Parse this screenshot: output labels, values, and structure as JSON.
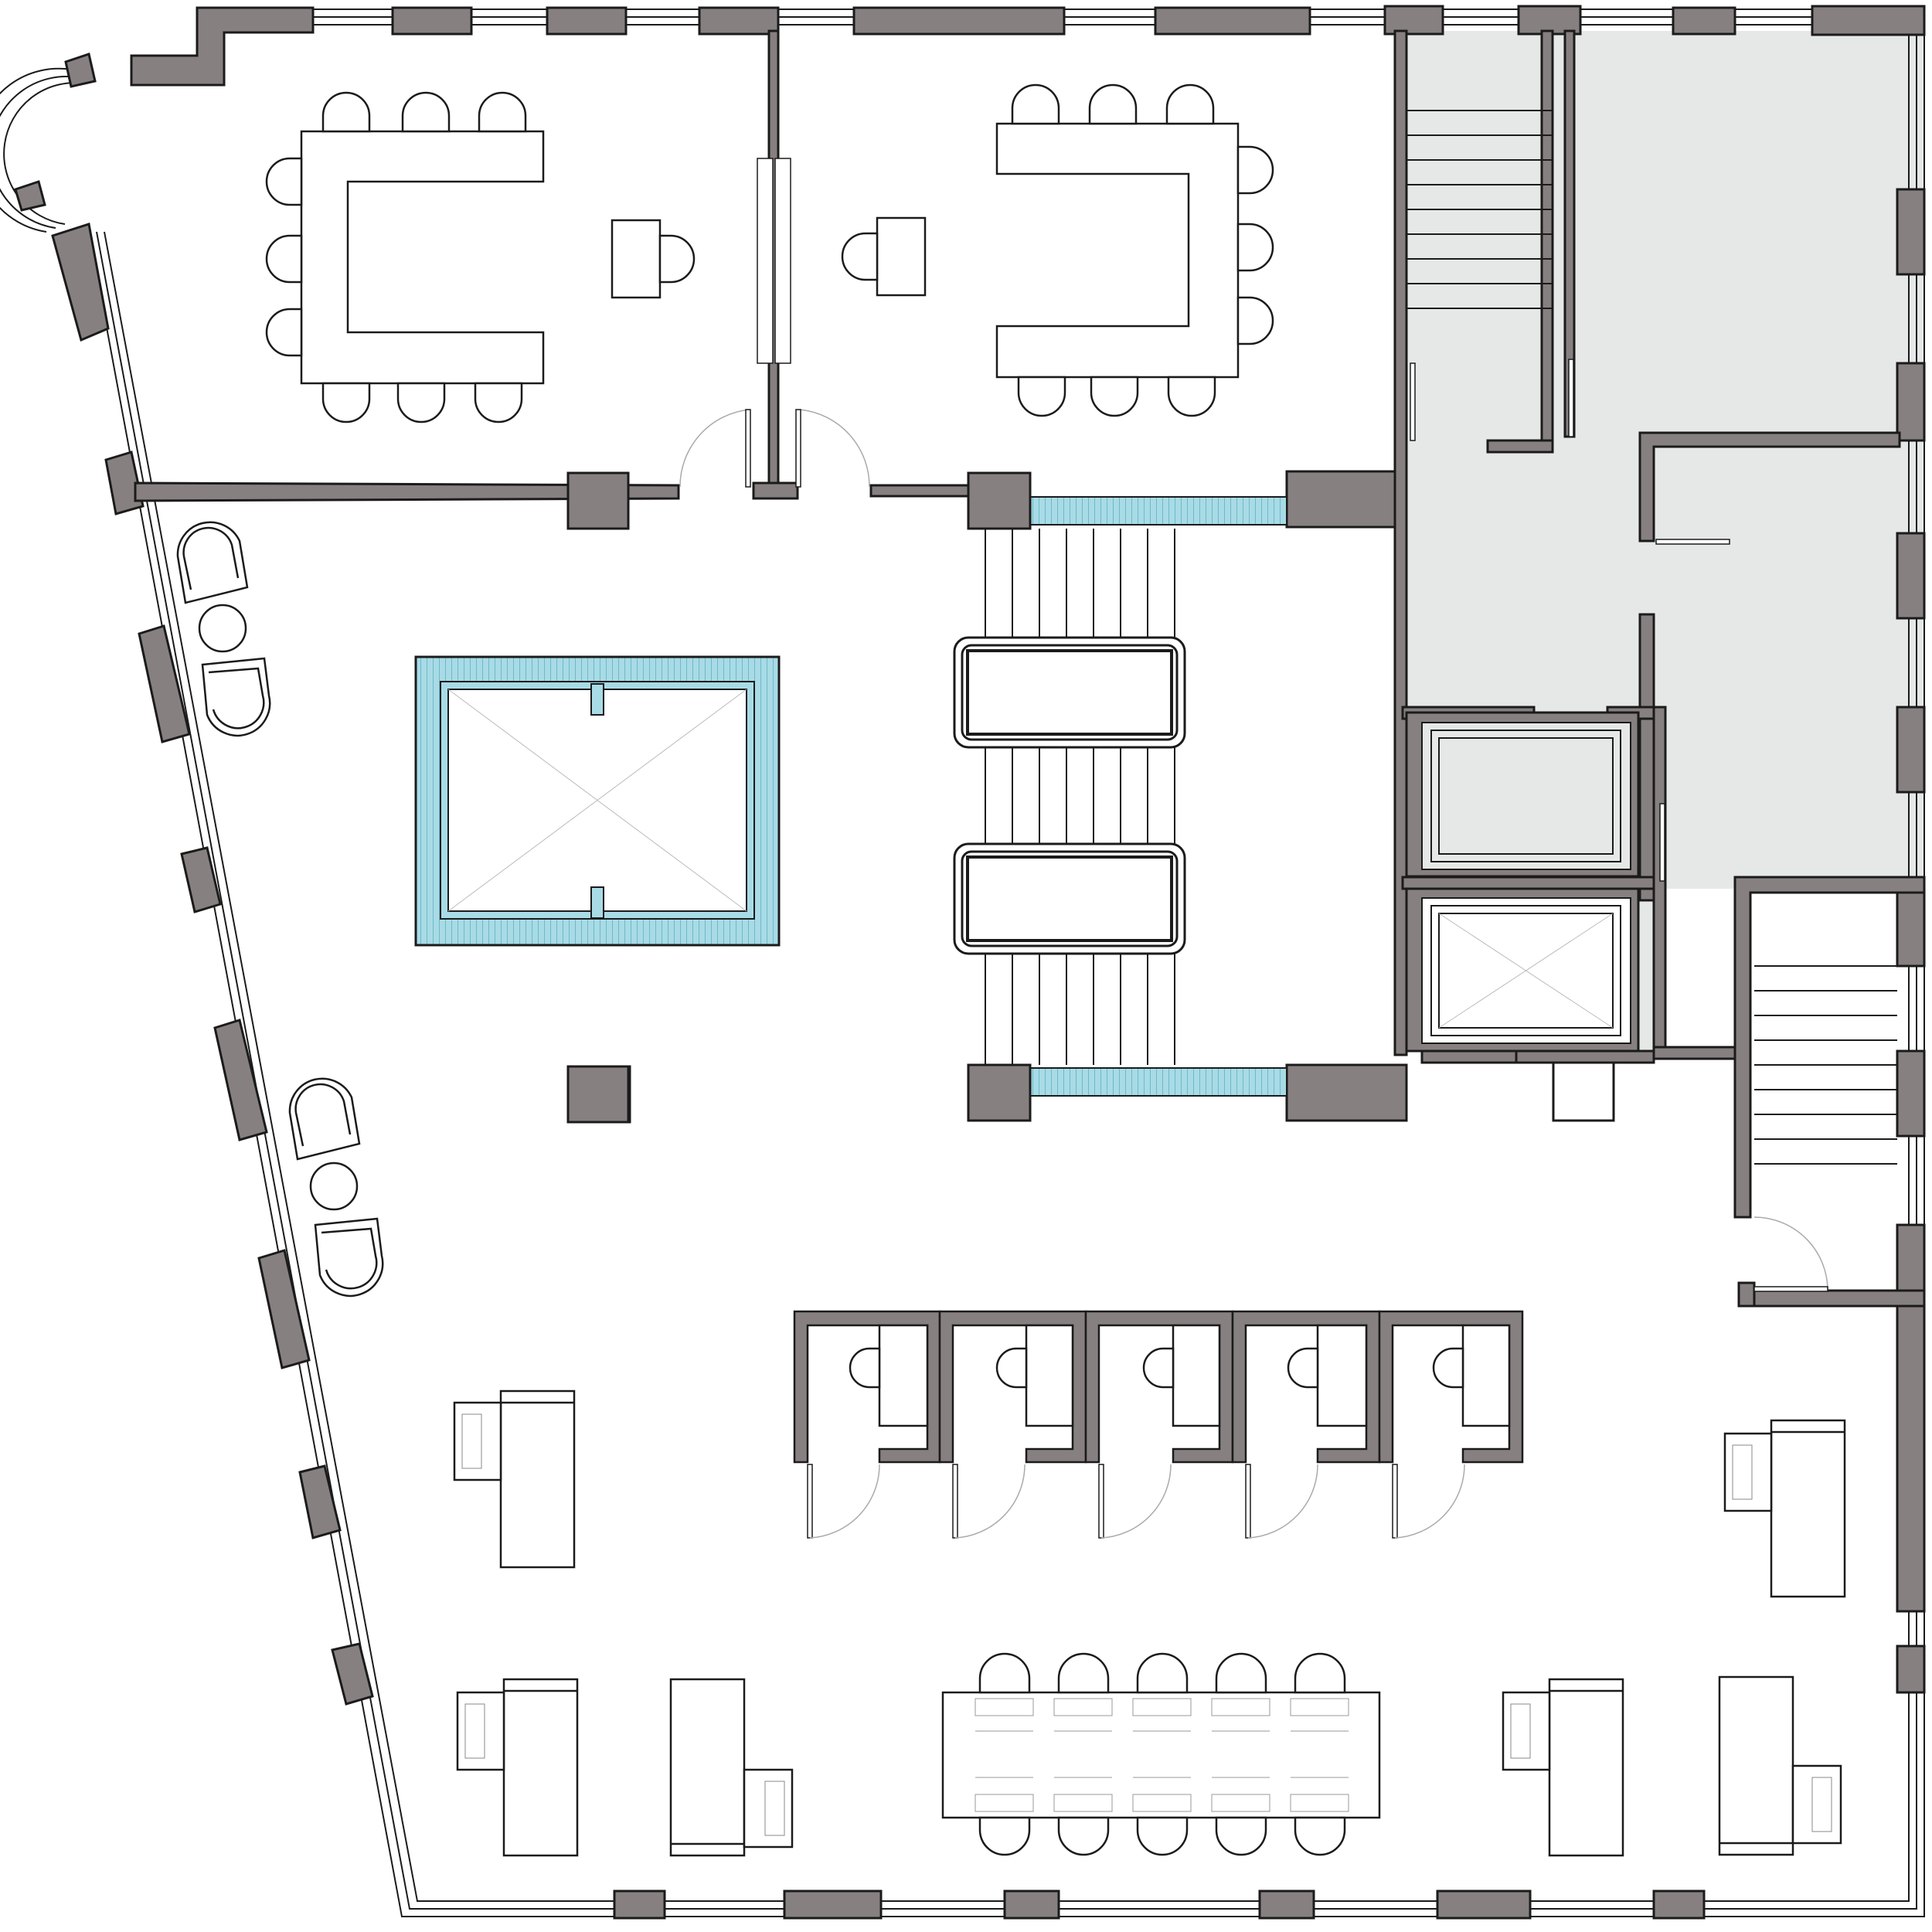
{
  "colors": {
    "background": "#ffffff",
    "wall": "#878080",
    "stroke": "#1b1b1b",
    "core_fill": "#e5e8e7",
    "glazing": "#a8dbe6",
    "furniture": "#ffffff",
    "thin_line": "#9a9a9a"
  },
  "plan": {
    "rooms": [
      {
        "id": "meeting-room-west",
        "label": ""
      },
      {
        "id": "meeting-room-east",
        "label": ""
      },
      {
        "id": "open-office",
        "label": ""
      },
      {
        "id": "service-core",
        "label": ""
      }
    ],
    "counts": {
      "phone_booths": 5,
      "stairs": 2,
      "lifts": 2,
      "escalators": 2,
      "lounge_groups": 2
    }
  }
}
